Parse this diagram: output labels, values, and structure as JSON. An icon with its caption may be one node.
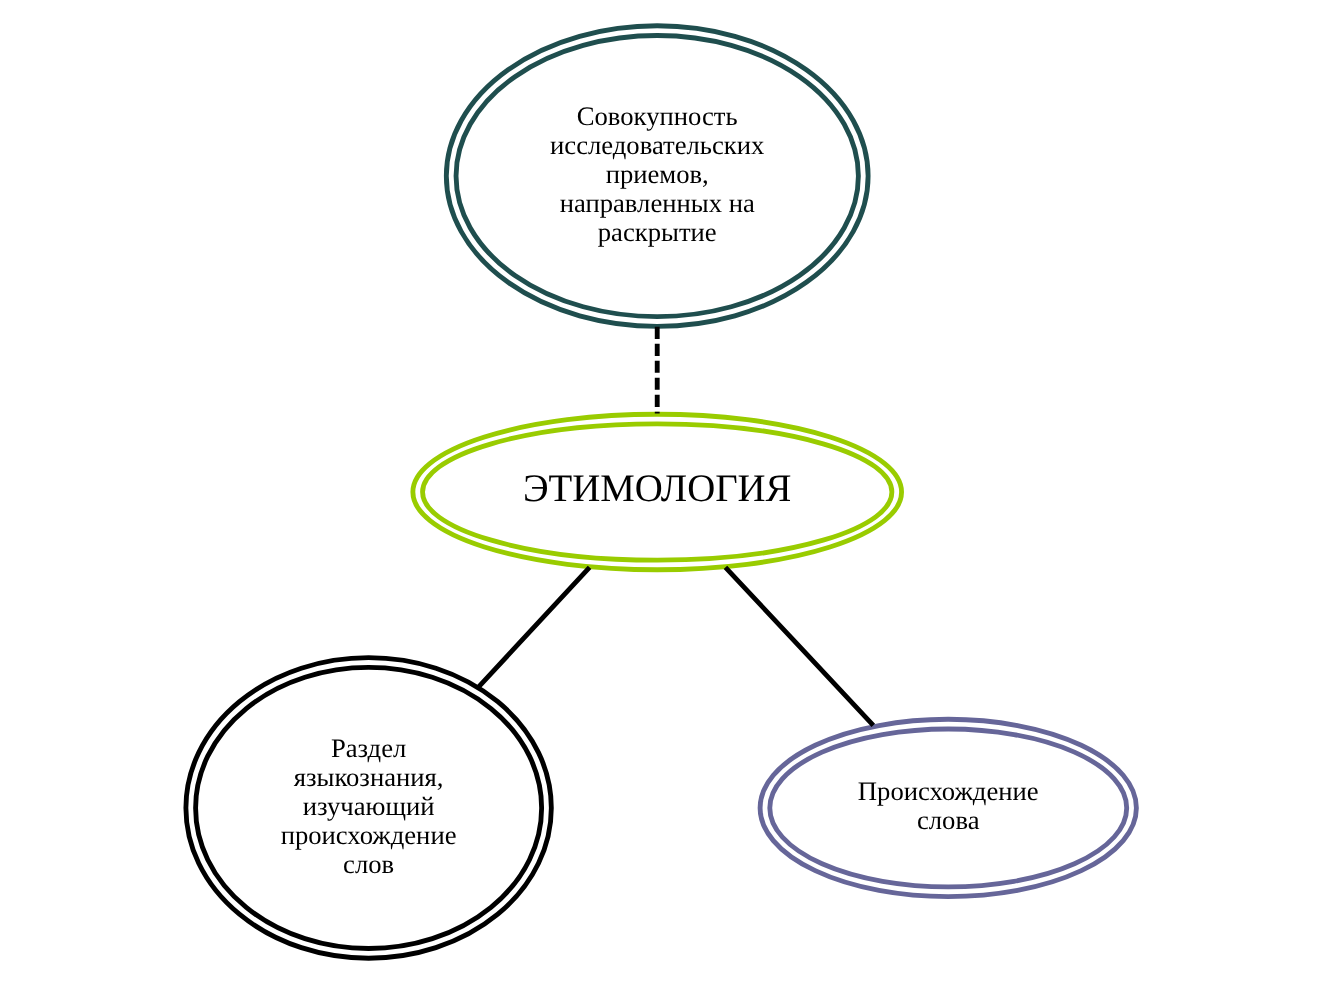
{
  "diagram": {
    "nodes": [
      {
        "text": [
          "Совокупность исследовательских приемов, направленных на раскрытие"
        ]
      },
      {
        "text": [
          "ЭТИМОЛОГИЯ"
        ]
      },
      {
        "text": [
          "Раздел языкознания, изучающий происхождение слов"
        ]
      },
      {
        "text": [
          "Происхождение слова"
        ]
      }
    ],
    "edges": [
      {
        "from": 1,
        "to": 0,
        "arrow": "none",
        "style": "dashed"
      },
      {
        "from": 1,
        "to": 2,
        "arrow": "none"
      },
      {
        "from": 1,
        "to": 3,
        "arrow": "none"
      }
    ]
  }
}
